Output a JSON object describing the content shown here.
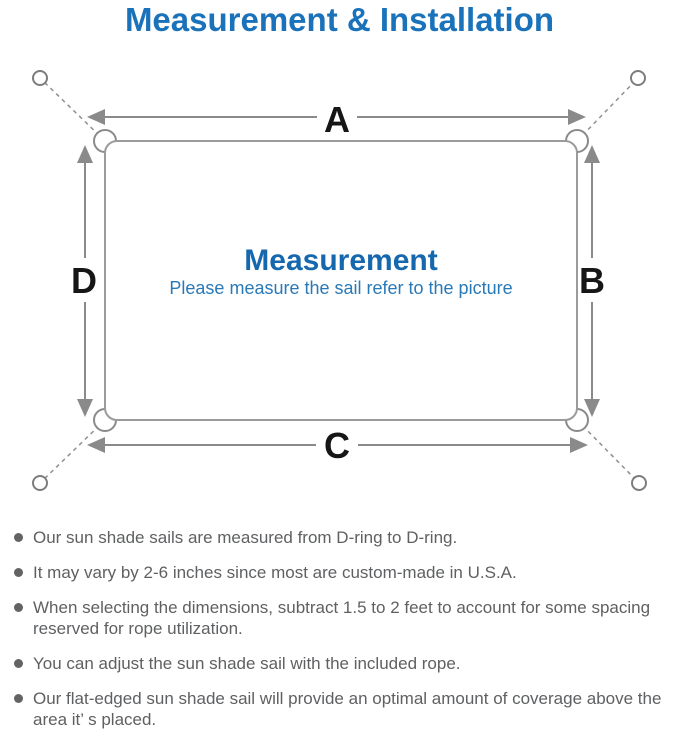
{
  "title": "Measurement & Installation",
  "diagram": {
    "dimension_labels": {
      "top": "A",
      "right": "B",
      "bottom": "C",
      "left": "D"
    },
    "center_heading": "Measurement",
    "center_subtitle": "Please measure the sail refer to the picture"
  },
  "notes": [
    "Our sun shade sails are measured from D-ring to D-ring.",
    "It may vary by 2-6 inches since most are custom-made in U.S.A.",
    "When selecting the dimensions, subtract 1.5 to 2 feet to account for some spacing reserved for rope utilization.",
    "You can adjust the sun shade sail with the included rope.",
    "Our flat-edged sun shade sail will provide an optimal amount of coverage above the area it’ s placed."
  ],
  "colors": {
    "title_blue": "#1a72ba",
    "heading_blue": "#1567ae",
    "subtitle_blue": "#2a79b7",
    "line_gray": "#8a8a8a",
    "sail_outline_gray": "#9b9b9b",
    "dimension_label_black": "#161616",
    "note_text_gray": "#5f6062",
    "bullet_dot_gray": "#636363"
  }
}
